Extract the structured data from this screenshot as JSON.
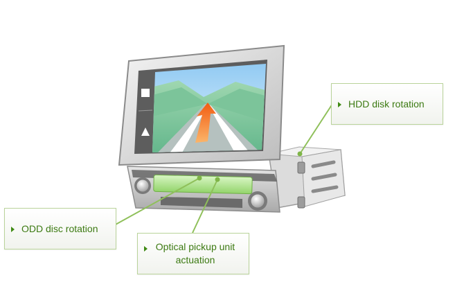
{
  "device": {
    "name_icon": "car-navigation-head-unit-icon",
    "screen_icons": [
      "stop-square-icon",
      "eject-triangle-icon"
    ]
  },
  "callouts": {
    "hdd": "HDD disk rotation",
    "odd": "ODD disc rotation",
    "pickup": "Optical pickup unit actuation"
  },
  "colors": {
    "accent_green": "#3c7a12",
    "callout_border": "#b9d39a",
    "leader_line": "#8fc05a",
    "nav_arrow": "#f07a1c",
    "display_panel": "#a8e08a"
  }
}
